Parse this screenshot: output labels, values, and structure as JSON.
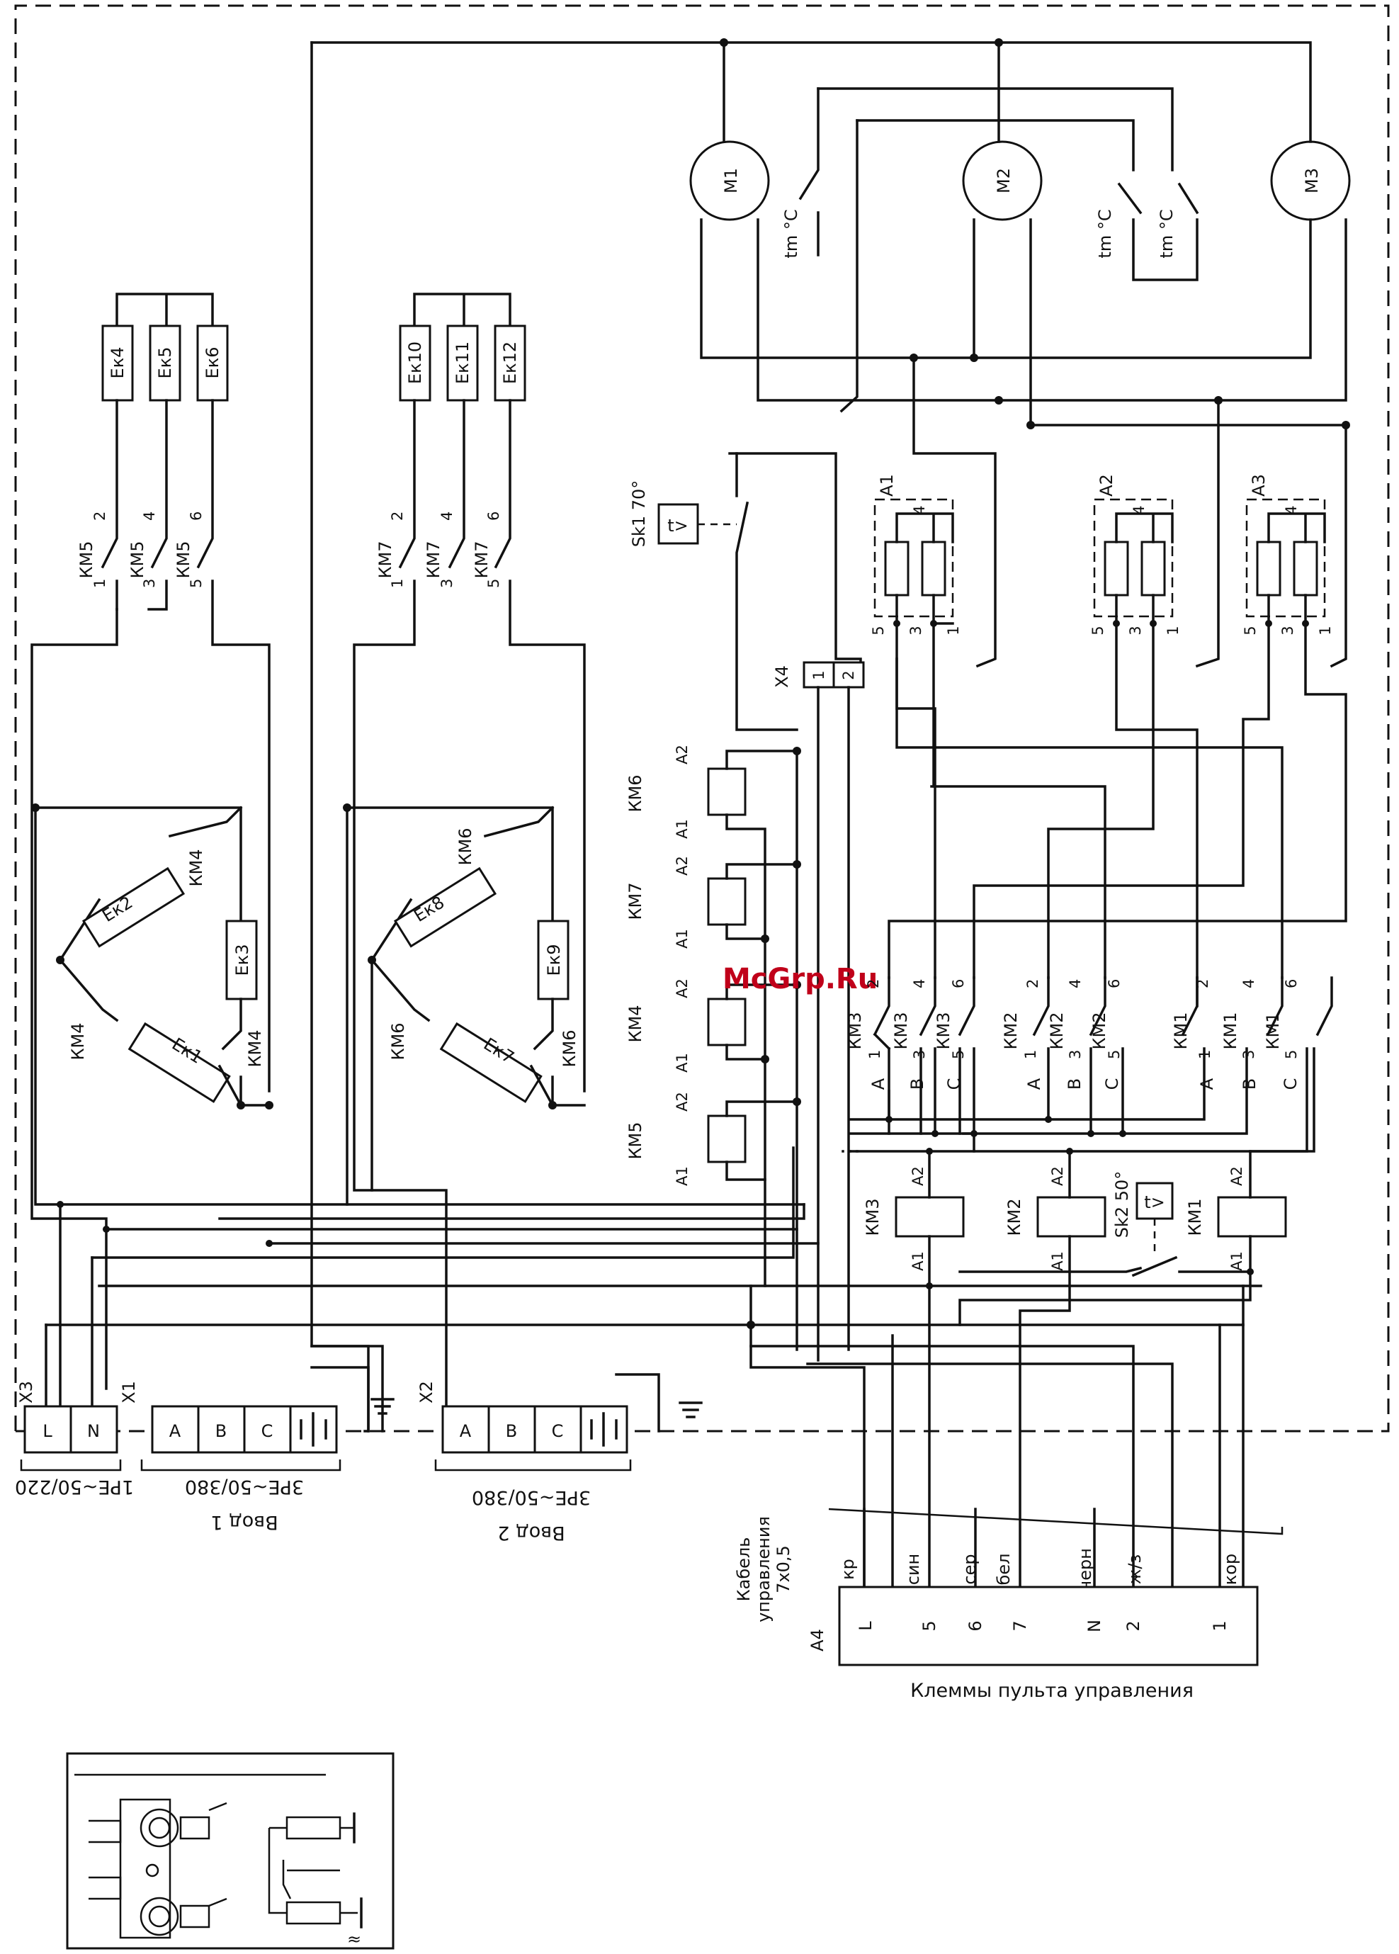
{
  "watermark": "McGrp.Ru",
  "motors": [
    "M1",
    "M2",
    "M3"
  ],
  "thermostats": {
    "label": "tm °C"
  },
  "heaters_group1": [
    "Ек4",
    "Ек5",
    "Ек6"
  ],
  "heaters_group2": [
    "Ек10",
    "Ек11",
    "Ек12"
  ],
  "heaters_delta1": [
    "Ек2",
    "Ек3",
    "Ек1"
  ],
  "heaters_delta2": [
    "Ек8",
    "Ек9",
    "Ек7"
  ],
  "contactor_km5": {
    "name": "КМ5",
    "top": [
      "2",
      "4",
      "6"
    ],
    "bottom": [
      "1",
      "3",
      "5"
    ]
  },
  "contactor_km7": {
    "name": "КМ7",
    "top": [
      "2",
      "4",
      "6"
    ],
    "bottom": [
      "1",
      "3",
      "5"
    ]
  },
  "km4": "КМ4",
  "km6": "КМ6",
  "sensor_sk1": "Sk1 70°",
  "sensor_sk2": "Sk2 50°",
  "sensor_symbol": "t>",
  "connector_x4": {
    "name": "X4",
    "pins": [
      "1",
      "2"
    ]
  },
  "capacitors": [
    {
      "name": "A1",
      "pins": [
        "4",
        "5",
        "3",
        "1"
      ]
    },
    {
      "name": "A2",
      "pins": [
        "4",
        "5",
        "3",
        "1"
      ]
    },
    {
      "name": "A3",
      "pins": [
        "4",
        "5",
        "3",
        "1"
      ]
    }
  ],
  "coils_left": [
    {
      "name": "КМ6",
      "a2": "А2",
      "a1": "А1"
    },
    {
      "name": "КМ7",
      "a2": "А2",
      "a1": "А1"
    },
    {
      "name": "КМ4",
      "a2": "А2",
      "a1": "А1"
    },
    {
      "name": "КМ5",
      "a2": "А2",
      "a1": "А1"
    }
  ],
  "coils_right": [
    {
      "name": "КМ3",
      "a2": "А2",
      "a1": "А1"
    },
    {
      "name": "КМ2",
      "a2": "А2",
      "a1": "А1"
    },
    {
      "name": "КМ1",
      "a2": "А2",
      "a1": "А1"
    }
  ],
  "motor_contactors": [
    {
      "name": "КМ3",
      "top": [
        "2",
        "4",
        "6"
      ],
      "bottom": [
        "1",
        "3",
        "5"
      ],
      "phases": [
        "A",
        "B",
        "C"
      ]
    },
    {
      "name": "КМ2",
      "top": [
        "2",
        "4",
        "6"
      ],
      "bottom": [
        "1",
        "3",
        "5"
      ],
      "phases": [
        "A",
        "B",
        "C"
      ]
    },
    {
      "name": "КМ1",
      "top": [
        "2",
        "4",
        "6"
      ],
      "bottom": [
        "1",
        "3",
        "5"
      ],
      "phases": [
        "A",
        "B",
        "C"
      ]
    }
  ],
  "terminal_x3": {
    "name": "X3",
    "pins": [
      "L",
      "N"
    ]
  },
  "terminal_x1": {
    "name": "X1",
    "pins": [
      "A",
      "B",
      "C"
    ]
  },
  "terminal_x2": {
    "name": "X2",
    "pins": [
      "A",
      "B",
      "C"
    ]
  },
  "supply_captions": {
    "x3_voltage": "1PE~50/220",
    "x1_voltage": "3PE~50/380",
    "x1_input": "Ввод 1",
    "x2_voltage": "3PE~50/380",
    "x2_input": "Ввод 2"
  },
  "control_cable": {
    "line1": "Кабель",
    "line2": "управления",
    "line3": "7x0,5",
    "wires": [
      "кр",
      "син",
      "сер",
      "бел",
      "черн",
      "ж/з",
      "кор"
    ]
  },
  "control_panel": {
    "name": "A4",
    "terminals": [
      "L",
      "5",
      "6",
      "7",
      "N",
      "2",
      "1"
    ],
    "caption": "Клеммы пульта управления"
  },
  "inset_symbol": "≈"
}
